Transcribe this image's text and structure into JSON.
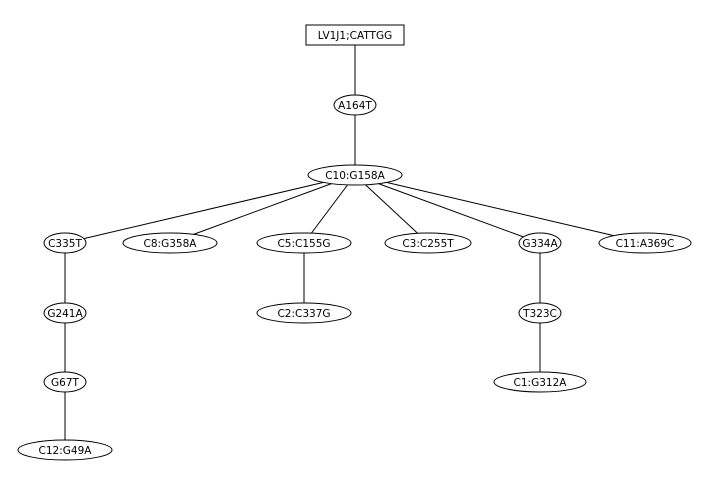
{
  "tree": {
    "root": {
      "id": "root",
      "label": "LV1J1;CATTGG"
    },
    "nodes": [
      {
        "id": "A164T",
        "label": "A164T"
      },
      {
        "id": "C10",
        "label": "C10:G158A"
      },
      {
        "id": "C335T",
        "label": "C335T"
      },
      {
        "id": "C8",
        "label": "C8:G358A"
      },
      {
        "id": "C5",
        "label": "C5:C155G"
      },
      {
        "id": "C3",
        "label": "C3:C255T"
      },
      {
        "id": "G334A",
        "label": "G334A"
      },
      {
        "id": "C11",
        "label": "C11:A369C"
      },
      {
        "id": "G241A",
        "label": "G241A"
      },
      {
        "id": "C2",
        "label": "C2:C337G"
      },
      {
        "id": "T323C",
        "label": "T323C"
      },
      {
        "id": "G67T",
        "label": "G67T"
      },
      {
        "id": "C1",
        "label": "C1:G312A"
      },
      {
        "id": "C12",
        "label": "C12:G49A"
      }
    ],
    "edges": [
      [
        "root",
        "A164T"
      ],
      [
        "A164T",
        "C10"
      ],
      [
        "C10",
        "C335T"
      ],
      [
        "C10",
        "C8"
      ],
      [
        "C10",
        "C5"
      ],
      [
        "C10",
        "C3"
      ],
      [
        "C10",
        "G334A"
      ],
      [
        "C10",
        "C11"
      ],
      [
        "C335T",
        "G241A"
      ],
      [
        "G241A",
        "G67T"
      ],
      [
        "G67T",
        "C12"
      ],
      [
        "C5",
        "C2"
      ],
      [
        "G334A",
        "T323C"
      ],
      [
        "T323C",
        "C1"
      ]
    ]
  }
}
